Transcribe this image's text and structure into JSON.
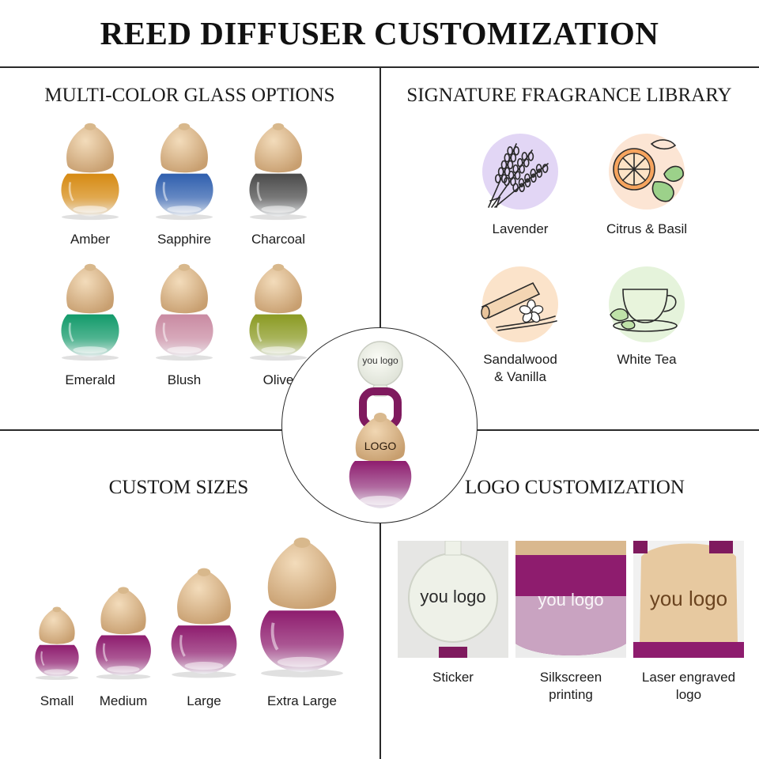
{
  "title": "REED DIFFUSER CUSTOMIZATION",
  "glass": {
    "heading": "MULTI-COLOR GLASS OPTIONS",
    "options": [
      {
        "name": "Amber",
        "color": "#d68a12"
      },
      {
        "name": "Sapphire",
        "color": "#2f5fae"
      },
      {
        "name": "Charcoal",
        "color": "#4a4a4a"
      },
      {
        "name": "Emerald",
        "color": "#129a6a"
      },
      {
        "name": "Blush",
        "color": "#c98aa2"
      },
      {
        "name": "Olive",
        "color": "#8a9a22"
      }
    ]
  },
  "fragrance": {
    "heading": "SIGNATURE FRAGRANCE LIBRARY",
    "items": [
      {
        "name": "Lavender",
        "icon": "lavender-icon",
        "glow": "#d8c8f2"
      },
      {
        "name": "Citrus & Basil",
        "icon": "citrus-basil-icon",
        "glow": "#fbdcc6"
      },
      {
        "name": "Sandalwood",
        "name2": "& Vanilla",
        "icon": "sandalwood-vanilla-icon",
        "glow": "#f9d9b8"
      },
      {
        "name": "White Tea",
        "icon": "white-tea-icon",
        "glow": "#dcefcf"
      }
    ]
  },
  "center": {
    "tag_text": "you logo",
    "cap_text": "LOGO",
    "glass_color": "#8e1c6e"
  },
  "sizes": {
    "heading": "CUSTOM SIZES",
    "items": [
      {
        "name": "Small"
      },
      {
        "name": "Medium"
      },
      {
        "name": "Large"
      },
      {
        "name": "Extra Large"
      }
    ],
    "glass_color": "#8e1c6e"
  },
  "logo": {
    "heading": "LOGO CUSTOMIZATION",
    "methods": [
      {
        "line1": "Sticker",
        "line2": "",
        "sample": "you logo"
      },
      {
        "line1": "Silkscreen",
        "line2": "printing",
        "sample": "you logo"
      },
      {
        "line1": "Laser engraved",
        "line2": "logo",
        "sample": "you logo"
      }
    ]
  }
}
